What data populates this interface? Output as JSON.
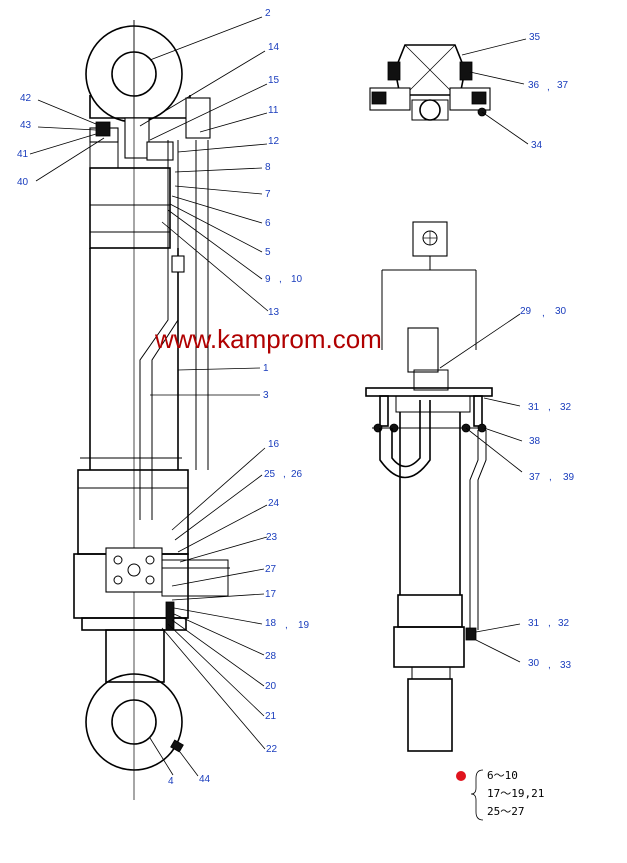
{
  "watermark": "www.kamprom.com",
  "kit_note": {
    "marker_color": "#e0141e",
    "lines": [
      "6～10",
      "17～19,21",
      "25～27"
    ]
  },
  "callouts": {
    "c2": "2",
    "c14": "14",
    "c15": "15",
    "c11": "11",
    "c12": "12",
    "c8": "8",
    "c7": "7",
    "c6": "6",
    "c5": "5",
    "c9": "9",
    "c10": "10",
    "c13": "13",
    "c1": "1",
    "c3": "3",
    "c16": "16",
    "c25": "25",
    "c26": "26",
    "c24": "24",
    "c23": "23",
    "c27": "27",
    "c17": "17",
    "c18": "18",
    "c19": "19",
    "c28": "28",
    "c20": "20",
    "c21": "21",
    "c22": "22",
    "c4": "4",
    "c44": "44",
    "c42": "42",
    "c43": "43",
    "c41": "41",
    "c40": "40",
    "c35": "35",
    "c36": "36",
    "c37a": "37",
    "c34": "34",
    "c29": "29",
    "c30a": "30",
    "c31a": "31",
    "c32a": "32",
    "c38": "38",
    "c37b": "37",
    "c39": "39",
    "c31b": "31",
    "c32b": "32",
    "c30b": "30",
    "c33": "33"
  },
  "separator": ","
}
